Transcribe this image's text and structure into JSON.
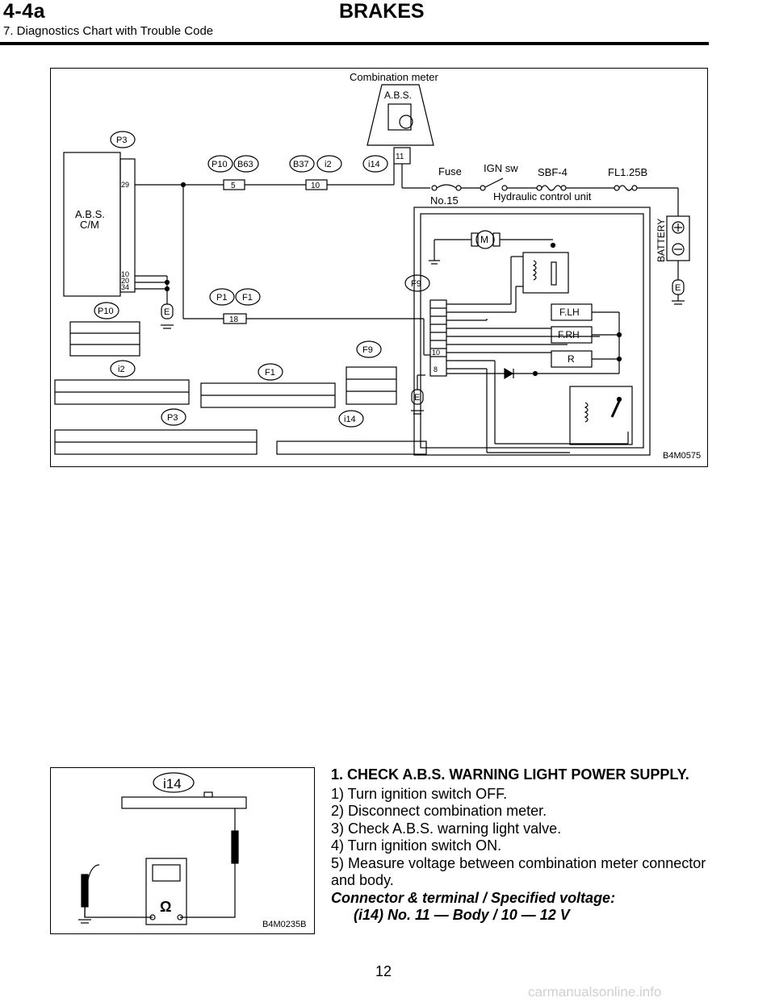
{
  "header": {
    "section": "4-4a",
    "title": "BRAKES",
    "subtitle": "7. Diagnostics Chart with Trouble Code"
  },
  "wiring_diagram": {
    "figure_id": "B4M0575",
    "labels": {
      "combination_meter": "Combination meter",
      "abs_lamp": "A.B.S.",
      "abs_cm_1": "A.B.S.",
      "abs_cm_2": "C/M",
      "fuse": "Fuse",
      "fuse_no": "No.15",
      "ign_sw": "IGN sw",
      "sbf": "SBF-4",
      "fl": "FL1.25B",
      "hydraulic_unit": "Hydraulic control unit",
      "battery": "BATTERY",
      "flh": "F.LH",
      "frh": "F.RH",
      "r": "R",
      "ground": "E",
      "motor": "M"
    },
    "connectors": {
      "p3": "P3",
      "p10": "P10",
      "b63": "B63",
      "b37": "B37",
      "i2": "i2",
      "i14": "i14",
      "p1": "P1",
      "f1": "F1",
      "f9": "F9"
    },
    "pins": {
      "pin29": "29",
      "pin10": "10",
      "pin20": "20",
      "pin34": "34",
      "pin5": "5",
      "pin10b": "10",
      "pin18": "18",
      "pin8": "8",
      "pin11": "11"
    }
  },
  "meter_figure": {
    "figure_id": "B4M0235B",
    "connector": "i14",
    "meter_symbol": "Ω"
  },
  "procedure": {
    "heading": "1. CHECK A.B.S. WARNING LIGHT POWER SUPPLY.",
    "steps": [
      "1) Turn ignition switch OFF.",
      "2) Disconnect combination meter.",
      "3) Check A.B.S. warning light valve.",
      "4) Turn ignition switch ON.",
      "5) Measure voltage between combination meter connector and body."
    ],
    "spec_label": "Connector & terminal / Specified voltage:",
    "spec_value": "(i14) No. 11 — Body / 10 — 12 V"
  },
  "footer": {
    "page_number": "12",
    "watermark": "carmanualsonline.info"
  }
}
